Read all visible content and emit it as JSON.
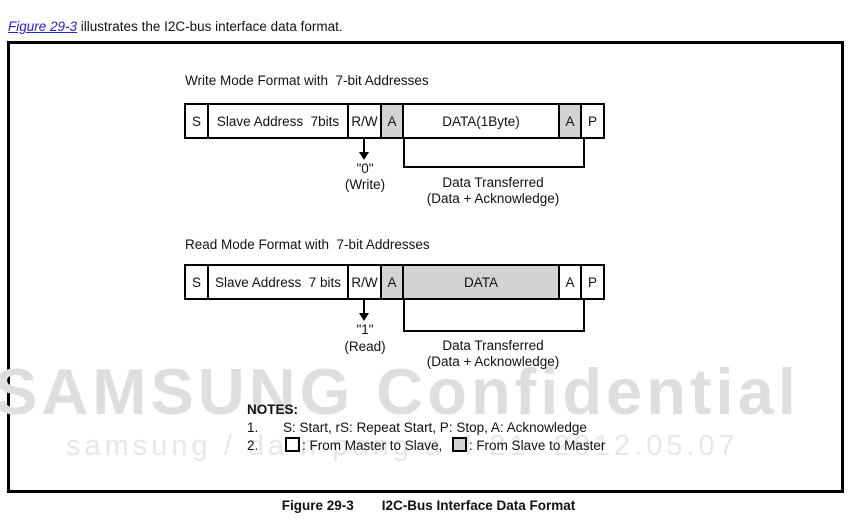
{
  "intro": {
    "link": "Figure 29-3",
    "rest": " illustrates the I2C-bus interface data format."
  },
  "write": {
    "title": "Write Mode Format with  7-bit Addresses",
    "cells": [
      {
        "label": "S"
      },
      {
        "label": "Slave Address  7bits"
      },
      {
        "label": "R/W"
      },
      {
        "label": "A"
      },
      {
        "label": "DATA(1Byte)"
      },
      {
        "label": "A"
      },
      {
        "label": "P"
      }
    ],
    "arrow_value": "\"0\"",
    "arrow_label": "(Write)",
    "bracket_line1": "Data Transferred",
    "bracket_line2": "(Data + Acknowledge)"
  },
  "read": {
    "title": "Read Mode Format with  7-bit Addresses",
    "cells": [
      {
        "label": "S"
      },
      {
        "label": "Slave Address  7 bits"
      },
      {
        "label": "R/W"
      },
      {
        "label": "A"
      },
      {
        "label": "DATA"
      },
      {
        "label": "A"
      },
      {
        "label": "P"
      }
    ],
    "arrow_value": "\"1\"",
    "arrow_label": "(Read)",
    "bracket_line1": "Data Transferred",
    "bracket_line2": "(Data + Acknowledge)"
  },
  "notes": {
    "heading": "NOTES:",
    "item1_num": "1.",
    "item1_text": "S: Start, rS: Repeat Start, P: Stop, A: Acknowledge",
    "item2_num": "2.",
    "item2_master": ": From Master to Slave,",
    "item2_slave": ": From Slave to Master"
  },
  "watermark": {
    "line1": "SAMSUNG Confidential",
    "line2": "samsung / da n pang a 4 21  2012.05.07"
  },
  "caption": {
    "number": "Figure 29-3",
    "title": "I2C-Bus Interface Data Format"
  },
  "colors": {
    "shaded_cell": "#d3d3d3",
    "link_blue": "#2424cc",
    "watermark_gray": "#dedede"
  }
}
